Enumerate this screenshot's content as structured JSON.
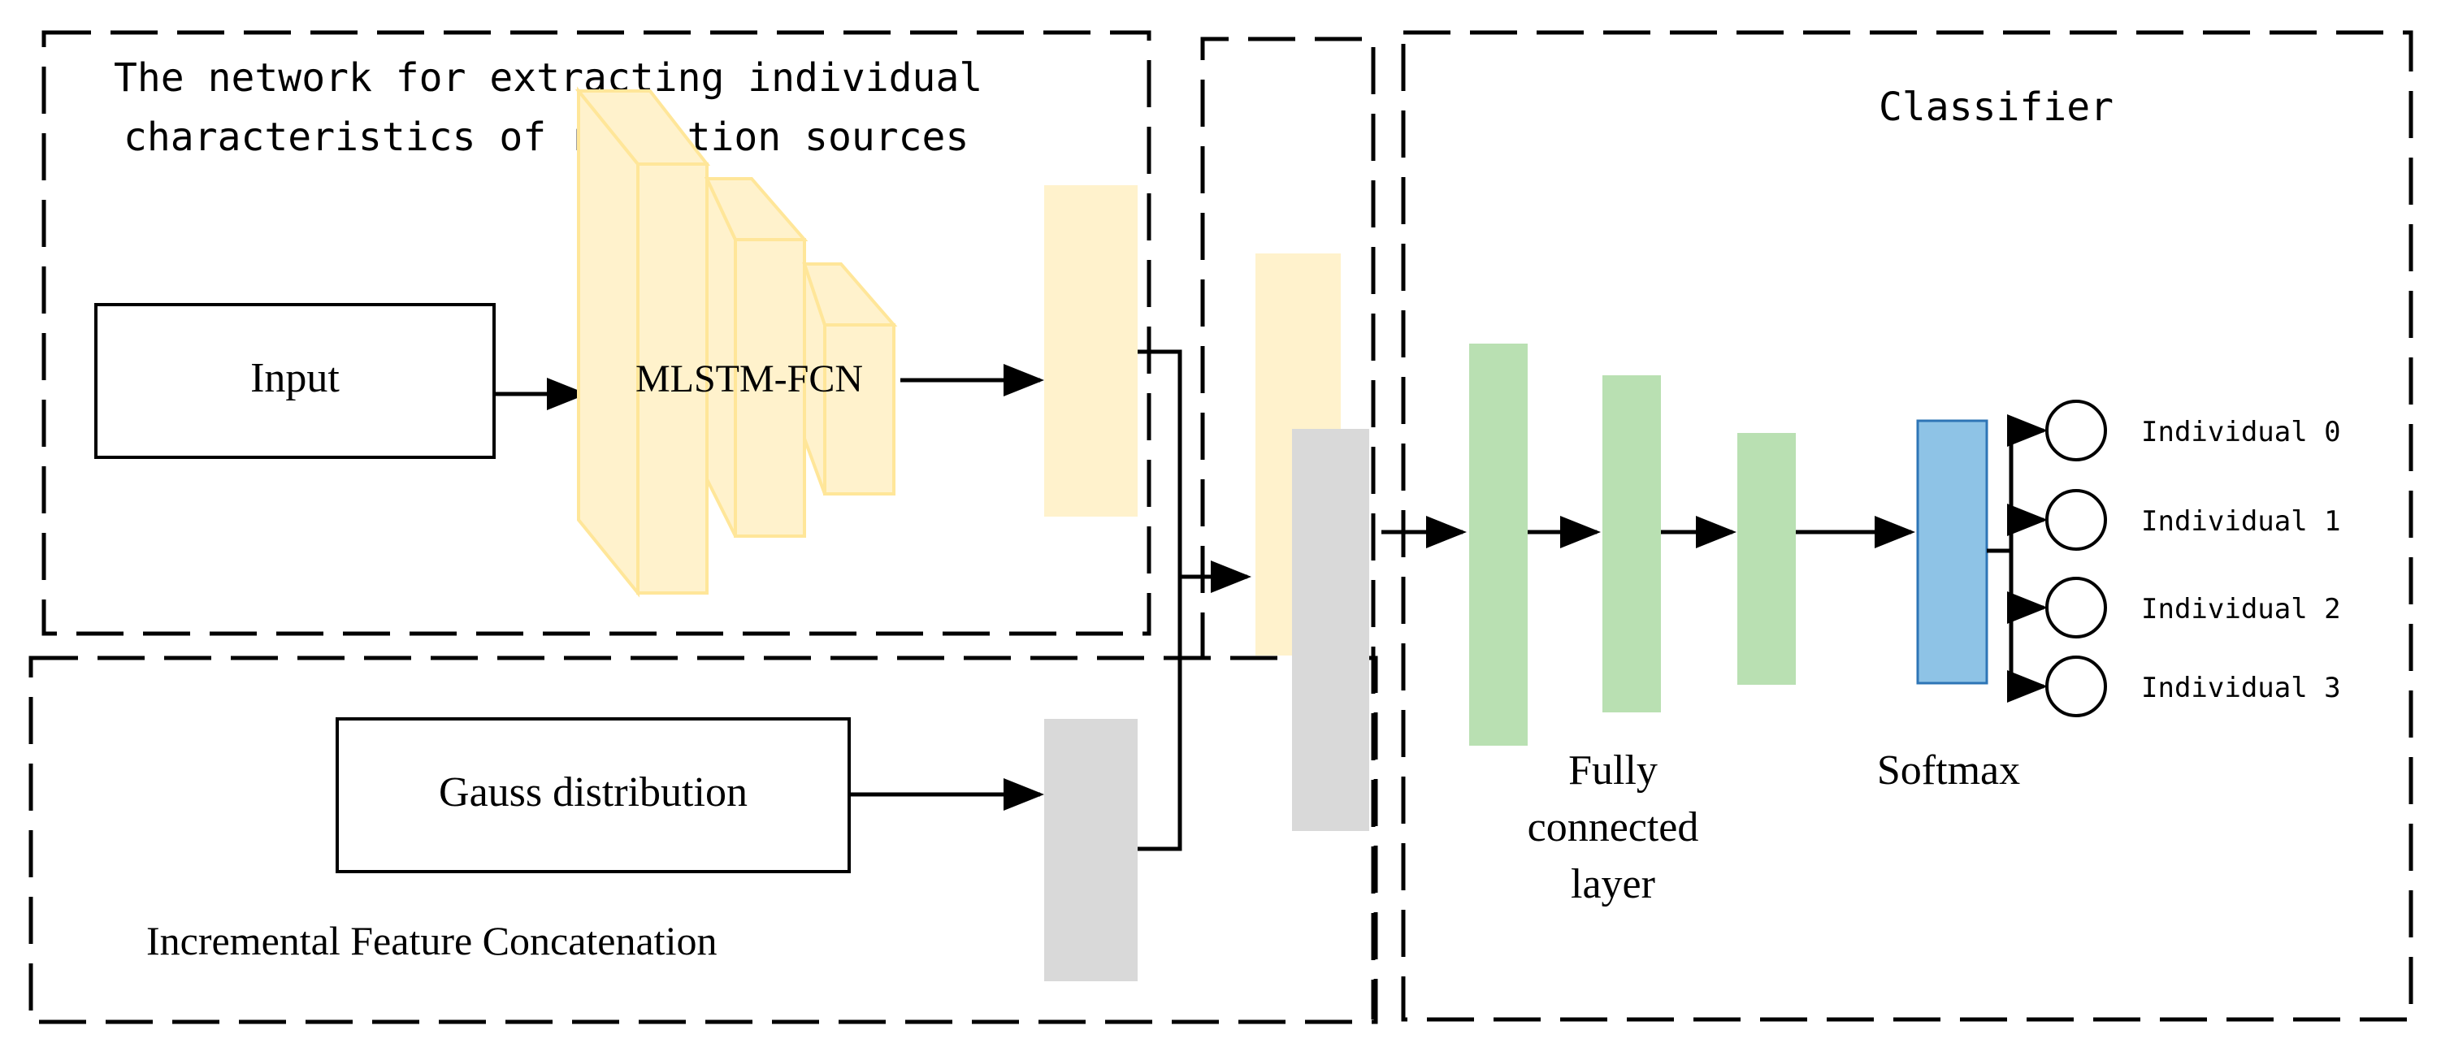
{
  "regions": {
    "extraction_title_line1": "The network for extracting individual",
    "extraction_title_line2": "characteristics of radiation sources",
    "concat_title": "Incremental Feature Concatenation",
    "classifier_title": "Classifier"
  },
  "nodes": {
    "input_label": "Input",
    "mlstm_label": "MLSTM-FCN",
    "gauss_label": "Gauss distribution",
    "fc_label_line1": "Fully",
    "fc_label_line2": "connected",
    "fc_label_line3": "layer",
    "softmax_label": "Softmax"
  },
  "outputs": [
    "Individual 0",
    "Individual 1",
    "Individual 2",
    "Individual 3"
  ],
  "colors": {
    "yellow_fill": "#fff2cc",
    "yellow_stroke": "#ffe699",
    "gray_fill": "#d9d9d9",
    "green_fill": "#b9e0b2",
    "blue_fill": "#8ec3e6",
    "blue_stroke": "#2e75b6",
    "line": "#000000"
  }
}
